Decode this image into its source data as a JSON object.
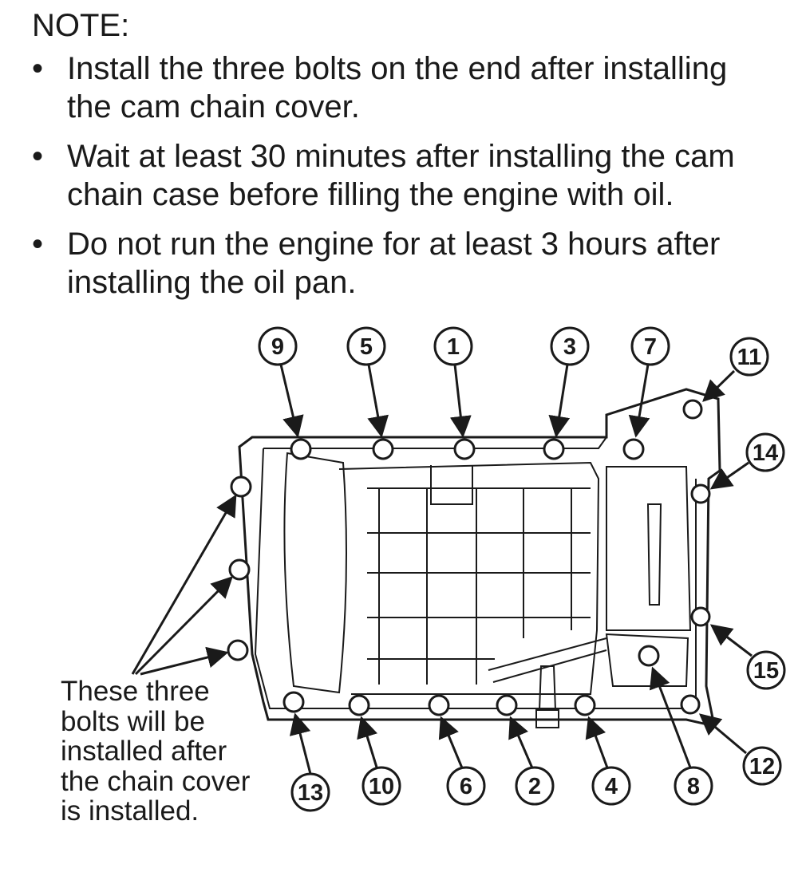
{
  "note": {
    "heading": "NOTE:",
    "items": [
      {
        "line1": "Install the three bolts on the end after installing",
        "line2": "the cam chain cover."
      },
      {
        "line1": "Wait at least 30 minutes after installing the cam",
        "line2": "chain case before filling the engine with oil."
      },
      {
        "line1": "Do not run the engine for at least 3 hours after",
        "line2": "installing the oil pan."
      }
    ]
  },
  "diagram": {
    "bolt_callouts": [
      "1",
      "2",
      "3",
      "4",
      "5",
      "6",
      "7",
      "8",
      "9",
      "10",
      "11",
      "12",
      "13",
      "14",
      "15"
    ],
    "caption_lines": [
      "These three",
      "bolts will be",
      "installed after",
      "the chain cover",
      "is installed."
    ]
  }
}
